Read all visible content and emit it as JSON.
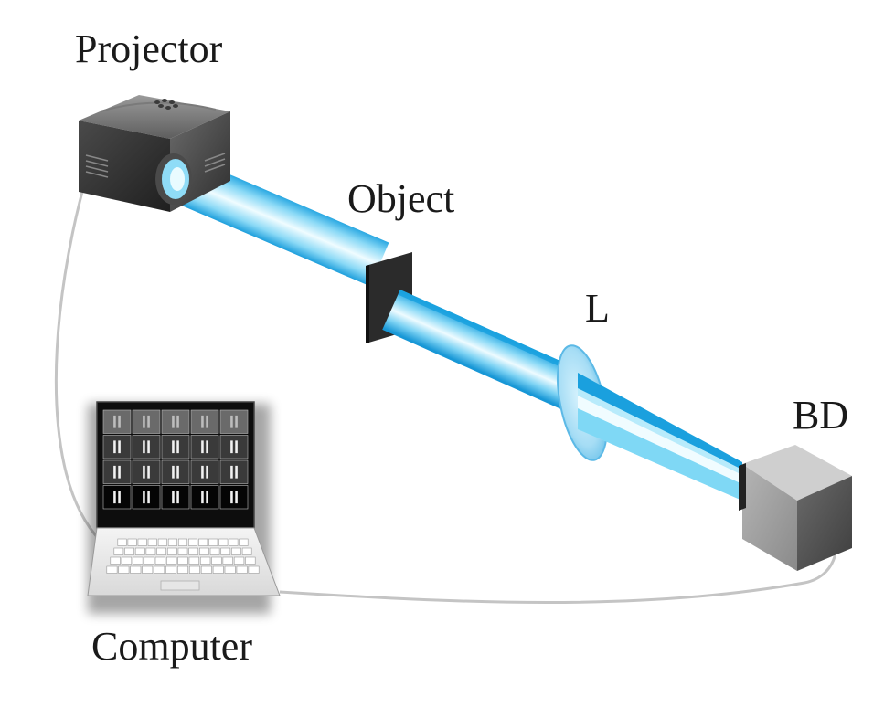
{
  "labels": {
    "projector": "Projector",
    "object": "Object",
    "lens": "L",
    "detector": "BD",
    "computer": "Computer"
  },
  "colors": {
    "beam_light": "#e6fbff",
    "beam_mid": "#7fd8f5",
    "beam_dark": "#1aa0de",
    "cable": "#c4c4c4",
    "device_dark": "#3a3a3a",
    "object_frame": "#2b2b2b",
    "lens": "#9ed9f4",
    "detector": "#a9a9a9"
  },
  "screen_grid": {
    "rows": 4,
    "cols": 5
  }
}
